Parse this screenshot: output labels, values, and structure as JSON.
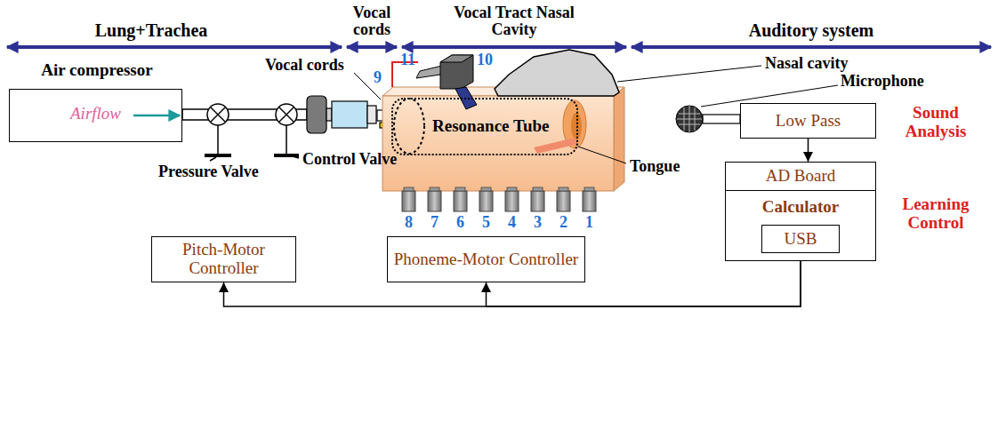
{
  "diagram": {
    "nodes": [
      {
        "text": [
          "Air compressor",
          "Airflow"
        ]
      },
      {
        "text": [
          "Resonance Tube"
        ]
      },
      {
        "text": [
          "Low Pass"
        ]
      },
      {
        "text": [
          "Calculator"
        ]
      },
      {
        "text": [
          "AD Board"
        ],
        "in": 3
      },
      {
        "text": [
          "USB"
        ],
        "in": 3
      },
      {
        "text": [
          "Pitch-Motor Controller"
        ]
      },
      {
        "text": [
          "Phoneme-Motor Controller"
        ]
      }
    ],
    "edges": [
      {
        "from": 2,
        "to": 3,
        "arrow": "to"
      },
      {
        "from": 3,
        "to": 6,
        "arrow": "to"
      },
      {
        "from": 3,
        "to": 7,
        "arrow": "to"
      }
    ],
    "labels": [
      "Lung+Trachea",
      "Vocal cords",
      "Vocal Tract Nasal Cavity",
      "Auditory system",
      "Vocal cords",
      "9",
      "11",
      "10",
      "Nasal cavity",
      "Microphone",
      "Pressure Valve",
      "Control Valve",
      "Tongue",
      "Sound Analysis",
      "Learning Control",
      "8",
      "7",
      "6",
      "5",
      "4",
      "3",
      "2",
      "1"
    ]
  }
}
